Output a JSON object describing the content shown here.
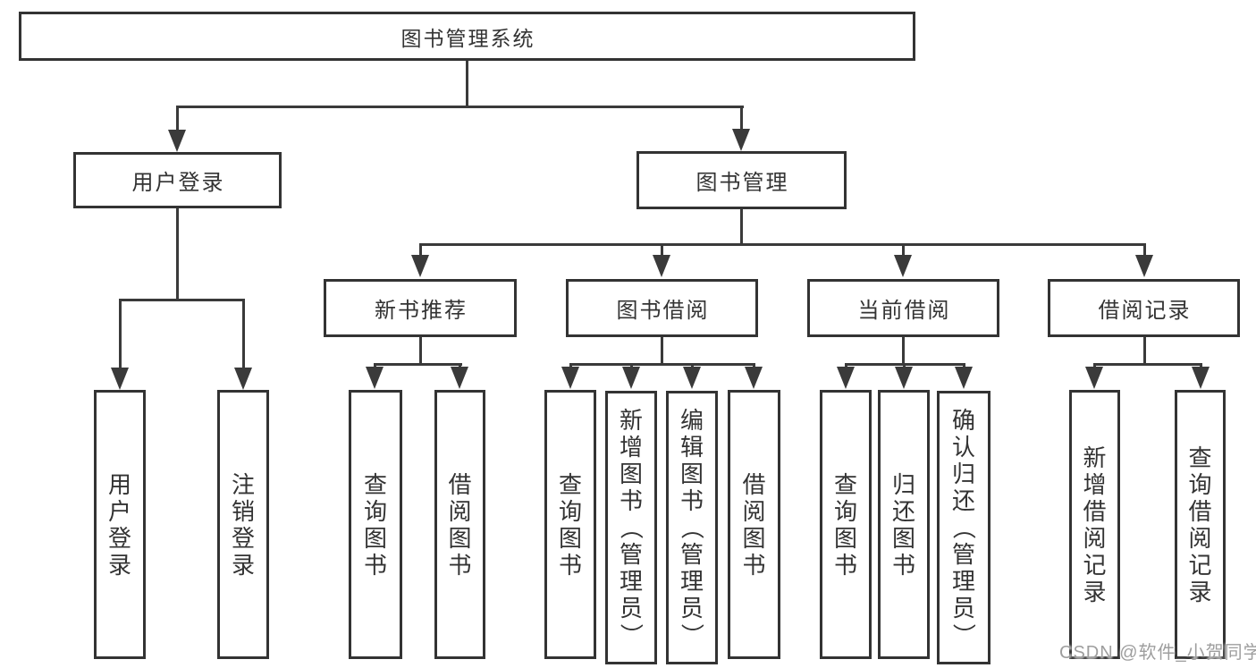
{
  "diagram": {
    "type": "hierarchy-tree",
    "title": "图书管理系统",
    "colors": {
      "line": "#3a3a3a",
      "box_border": "#333333",
      "text": "#333333",
      "watermark": "#9e9e9e",
      "background": "#ffffff"
    },
    "nodes": {
      "root": {
        "label": "图书管理系统"
      },
      "user_login": {
        "label": "用户登录"
      },
      "book_management": {
        "label": "图书管理"
      },
      "new_book_recommend": {
        "label": "新书推荐"
      },
      "book_borrowing": {
        "label": "图书借阅"
      },
      "current_borrowing": {
        "label": "当前借阅"
      },
      "borrowing_records": {
        "label": "借阅记录"
      },
      "leaves": [
        {
          "label": "用户登录",
          "parent": "用户登录"
        },
        {
          "label": "注销登录",
          "parent": "用户登录"
        },
        {
          "label": "查询图书",
          "parent": "新书推荐"
        },
        {
          "label": "借阅图书",
          "parent": "新书推荐"
        },
        {
          "label": "查询图书",
          "parent": "图书借阅"
        },
        {
          "label": "新增图书（管理员）",
          "parent": "图书借阅"
        },
        {
          "label": "编辑图书（管理员）",
          "parent": "图书借阅"
        },
        {
          "label": "借阅图书",
          "parent": "图书借阅"
        },
        {
          "label": "查询图书",
          "parent": "当前借阅"
        },
        {
          "label": "归还图书",
          "parent": "当前借阅"
        },
        {
          "label": "确认归还（管理员）",
          "parent": "当前借阅"
        },
        {
          "label": "新增借阅记录",
          "parent": "借阅记录"
        },
        {
          "label": "查询借阅记录",
          "parent": "借阅记录"
        }
      ]
    },
    "watermark": {
      "text": "CSDN @软件_小贺同学"
    }
  }
}
